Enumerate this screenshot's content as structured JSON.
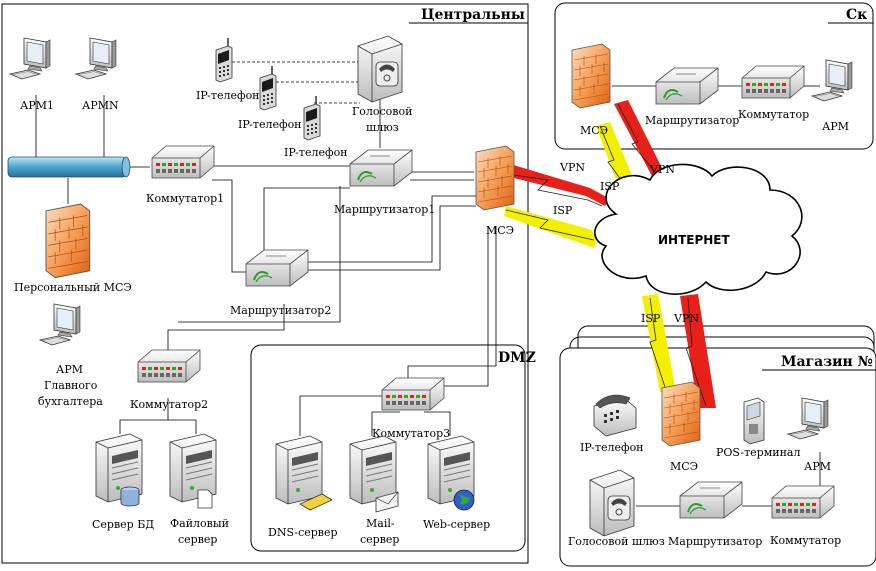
{
  "regions": {
    "central": "Центральный офис",
    "warehouse": "Склад",
    "dmz": "DMZ",
    "shop": "Магазин №i"
  },
  "central": {
    "apm1": "АРМ1",
    "apmn": "АРМN",
    "personal_fw": "Персональный МСЭ",
    "chief_acc_1": "АРМ",
    "chief_acc_2": "Главного",
    "chief_acc_3": "бухгалтера",
    "switch1": "Коммутатор1",
    "switch2": "Коммутатор2",
    "router1": "Маршрутизатор1",
    "router2": "Маршрутизатор2",
    "firewall": "МСЭ",
    "ip_phone_a": "IP-телефон",
    "ip_phone_b": "IP-телефон",
    "ip_phone_c": "IP-телефон",
    "voice_gw_1": "Голосовой",
    "voice_gw_2": "шлюз",
    "db_server": "Сервер БД",
    "file_server_1": "Файловый",
    "file_server_2": "сервер"
  },
  "dmz": {
    "switch3": "Коммутатор3",
    "dns": "DNS-сервер",
    "mail_1": "Mail-",
    "mail_2": "сервер",
    "web": "Web-сервер"
  },
  "warehouse": {
    "firewall": "МСЭ",
    "router": "Маршрутизатор",
    "switch": "Коммутатор",
    "apm": "АРМ"
  },
  "shop": {
    "ip_phone": "IP-телефон",
    "firewall": "МСЭ",
    "pos": "POS-терминал",
    "apm": "АРМ",
    "voice_gw": "Голосовой шлюз",
    "router": "Маршрутизатор",
    "switch": "Коммутатор"
  },
  "links": {
    "vpn_wh": "VPN",
    "isp_wh": "ISP",
    "vpn_co": "VPN",
    "isp_co": "ISP",
    "isp_shop": "ISP",
    "vpn_shop": "VPN"
  },
  "internet": "ИНТЕРНЕТ",
  "colors": {
    "vpn": "#e8201a",
    "isp": "#f2f000",
    "firewall": "#f07a2a"
  }
}
